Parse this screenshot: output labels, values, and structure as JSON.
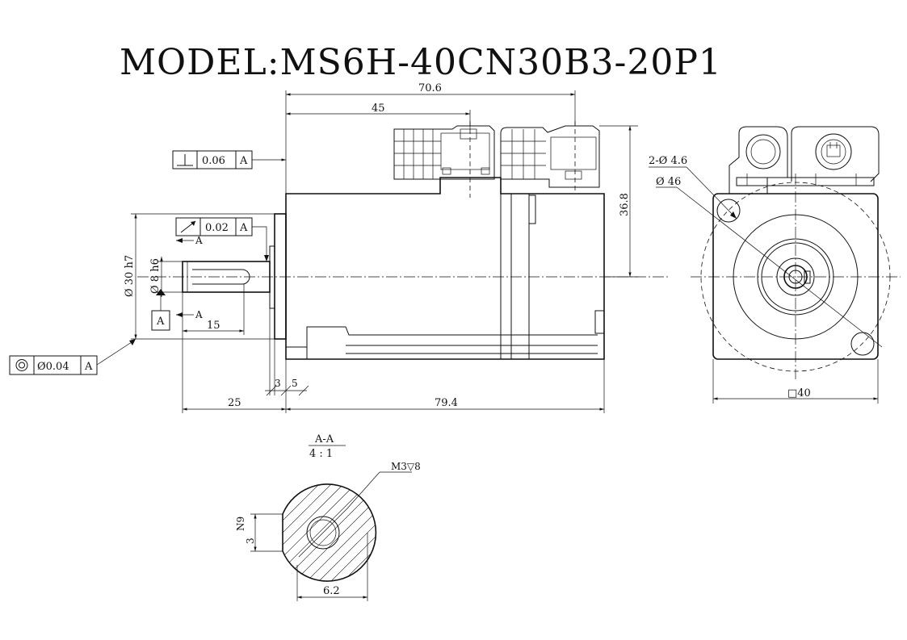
{
  "title": "MODEL:MS6H-40CN30B3-20P1",
  "dimensions": {
    "overall_length": "70.6",
    "connector_offset": "45",
    "height_to_center": "36.8",
    "shaft_length": "25",
    "body_length": "79.4",
    "flange_thickness": "3",
    "pilot_length": "5",
    "key_length": "15",
    "pilot_diameter": "Ø 30 h7",
    "shaft_diameter": "Ø 8 h6",
    "mount_holes": "2-Ø 4.6",
    "bolt_circle": "Ø 46",
    "flange_square": "□40"
  },
  "tolerances": {
    "perpendicularity": {
      "value": "0.06",
      "datum": "A"
    },
    "runout": {
      "value": "0.02",
      "datum": "A"
    },
    "concentricity": {
      "value": "Ø0.04",
      "datum": "A"
    },
    "datum_label": "A",
    "section_marker": "A"
  },
  "section": {
    "title": "A-A",
    "scale": "4 : 1",
    "thread": "M3▽8",
    "keyway_width": "N9",
    "keyway_depth": "3",
    "flat_width": "6.2"
  }
}
